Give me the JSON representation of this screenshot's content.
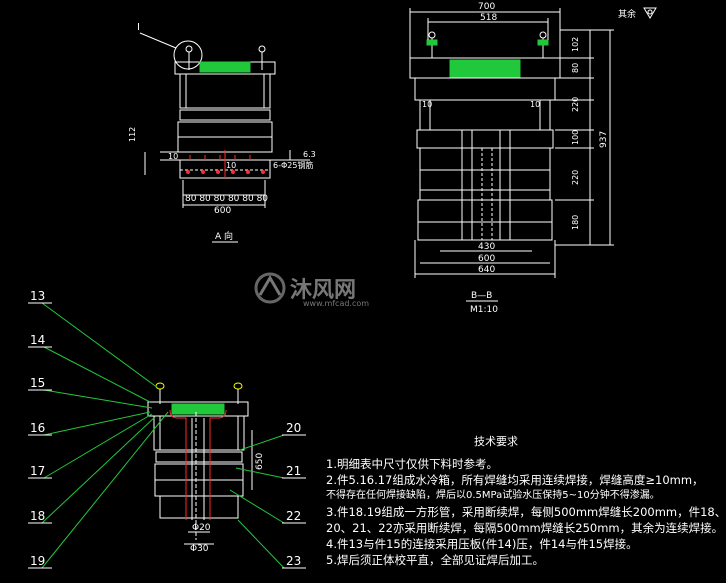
{
  "view_a": {
    "balloon": "I",
    "title": "A 向",
    "dims": {
      "d80": "80",
      "d600": "600",
      "d112": "112",
      "d6_3": "6.3",
      "bar": "6-Φ25钢筋"
    },
    "tick_labels": [
      "10",
      "10"
    ]
  },
  "section_b": {
    "dims": {
      "w700": "700",
      "w518": "518",
      "w430": "430",
      "w600": "600",
      "w640": "640",
      "h102": "102",
      "h80": "80",
      "h220a": "220",
      "h100": "100",
      "h220b": "220",
      "h180": "180",
      "h937": "937",
      "t10a": "10",
      "t10b": "10"
    },
    "title": "B—B",
    "scale": "M1:10"
  },
  "roughness": "其余",
  "detail_callouts": [
    "13",
    "14",
    "15",
    "16",
    "17",
    "18",
    "19",
    "20",
    "21",
    "22",
    "23"
  ],
  "detail_dims": {
    "d650": "650",
    "d20": "Φ20",
    "d30": "Φ30"
  },
  "watermark": {
    "brand": "沐风网",
    "url": "www.mfcad.com"
  },
  "tech_req": {
    "title": "技术要求",
    "items": [
      "1.明细表中尺寸仅供下料时参考。",
      "2.件5.16.17组成水冷箱，所有焊缝均采用连续焊接，焊缝高度≥10mm，",
      "   不得存在任何焊接缺陷，焊后以0.5MPa试验水压保持5~10分钟不得渗漏。",
      "3.件18.19组成一方形管，采用断续焊，每侧500mm焊缝长200mm，件18、",
      "   20、21、22亦采用断续焊，每隔500mm焊缝长250mm，其余为连续焊接。",
      "4.件13与件15的连接采用压板(件14)压，件14与件15焊接。",
      "5.焊后须正体校平直，全部见证焊后加工。"
    ]
  }
}
